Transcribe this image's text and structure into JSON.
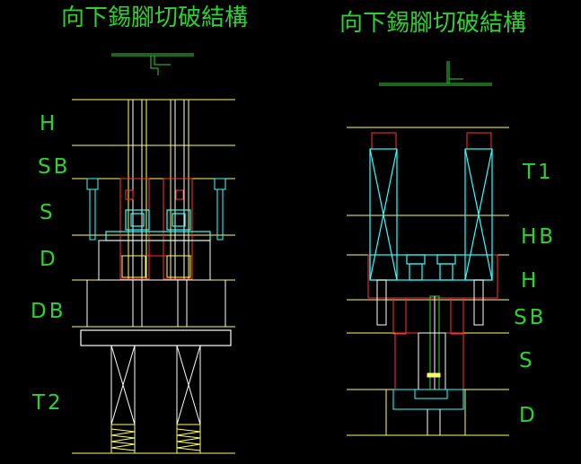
{
  "left_panel": {
    "title": "向下錫腳切破結構",
    "layers": [
      "H",
      "SB",
      "S",
      "D",
      "DB",
      "T2"
    ]
  },
  "right_panel": {
    "title": "向下錫腳切破結構",
    "layers": [
      "T1",
      "HB",
      "H",
      "SB",
      "S",
      "D"
    ]
  },
  "colors": {
    "background": "#000000",
    "text": "#2fd12f",
    "plate_lines": "#ffff66",
    "die_parts": "#ff3333",
    "inserts": "#33ffff",
    "guide": "#ffffff",
    "profile": "#33cc33"
  }
}
